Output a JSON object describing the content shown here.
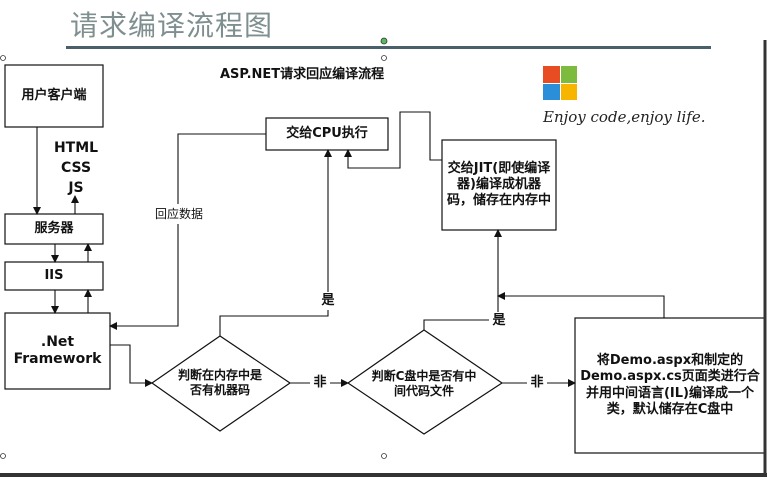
{
  "slide": {
    "title": "请求编译流程图"
  },
  "diagram": {
    "title": "ASP.NET请求回应编译流程",
    "nodes": {
      "client": "用户客户端",
      "formats": [
        "HTML",
        "CSS",
        "JS"
      ],
      "server": "服务器",
      "iis": "IIS",
      "framework": ".Net\nFramework",
      "cpu": "交给CPU执行",
      "jit": "交给JIT(即使编译器)编译成机器码，储存在内存中",
      "check_memory": "判断在内存中是否有机器码",
      "check_disk": "判断C盘中是否有中间代码文件",
      "compile": "将Demo.aspx和制定的Demo.aspx.cs页面类进行合并用中间语言(IL)编译成一个类，默认储存在C盘中"
    },
    "edge_labels": {
      "response": "回应数据",
      "yes_memory": "是",
      "yes_disk": "是",
      "no_memory": "非",
      "no_disk": "非"
    }
  },
  "branding": {
    "tagline": "Enjoy code,enjoy life.",
    "logo_colors": [
      "#e84c22",
      "#7dbb3f",
      "#2a8fd8",
      "#f7b500"
    ]
  }
}
